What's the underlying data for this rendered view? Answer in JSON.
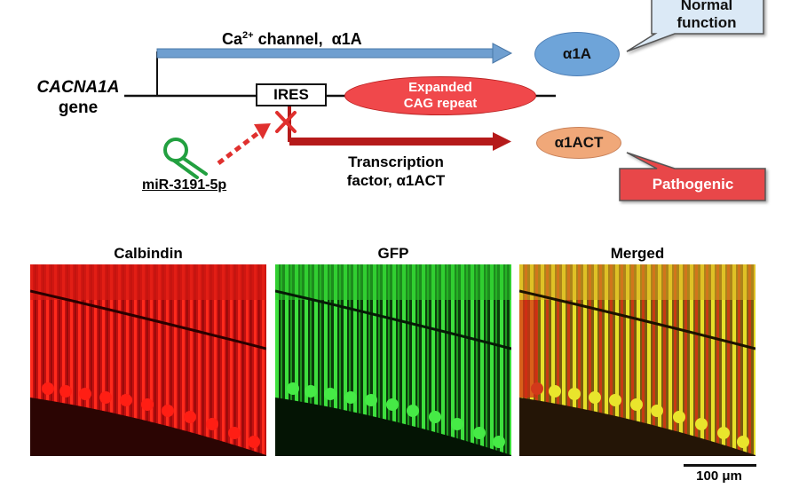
{
  "diagram": {
    "gene": {
      "name": "CACNA1A",
      "sub": "gene"
    },
    "channel_label": {
      "text": "Ca",
      "sup": "2+",
      "rest": " channel,  α1A"
    },
    "ires_label": "IRES",
    "cag_label_line1": "Expanded",
    "cag_label_line2": "CAG repeat",
    "a1a_label": "α1A",
    "a1act_label": "α1ACT",
    "tf_label_line1": "Transcription",
    "tf_label_line2": "factor, α1ACT",
    "mir_label": "miR-3191-5p",
    "normal_line1": "Normal",
    "normal_line2": "function",
    "pathogenic": "Pathogenic"
  },
  "panels": [
    {
      "title": "Calbindin"
    },
    {
      "title": "GFP"
    },
    {
      "title": "Merged"
    }
  ],
  "scale_bar": "100 μm",
  "colors": {
    "blue_arrow": "#6f9fd0",
    "red_arrow": "#b51a1a",
    "alpha1a": "#6ea4d9",
    "alpha1act": "#f0a879",
    "cag": "#f0484b",
    "normal_box": "#dbe9f6",
    "pathogenic_box": "#e8474a",
    "mirna": "#22a040"
  }
}
